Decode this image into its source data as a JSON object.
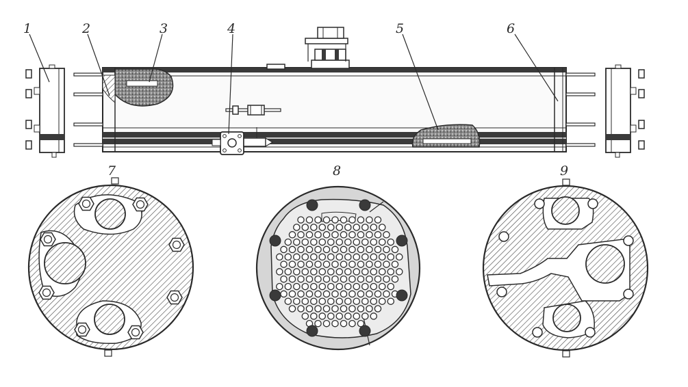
{
  "labels": {
    "l1": "1",
    "l2": "2",
    "l3": "3",
    "l4": "4",
    "l5": "5",
    "l6": "6",
    "l7": "7",
    "l8": "8",
    "l9": "9"
  },
  "colors": {
    "ink": "#2a2a2a",
    "paper": "#ffffff",
    "metal": "#d6d6d6",
    "dark": "#3a3a3a"
  }
}
